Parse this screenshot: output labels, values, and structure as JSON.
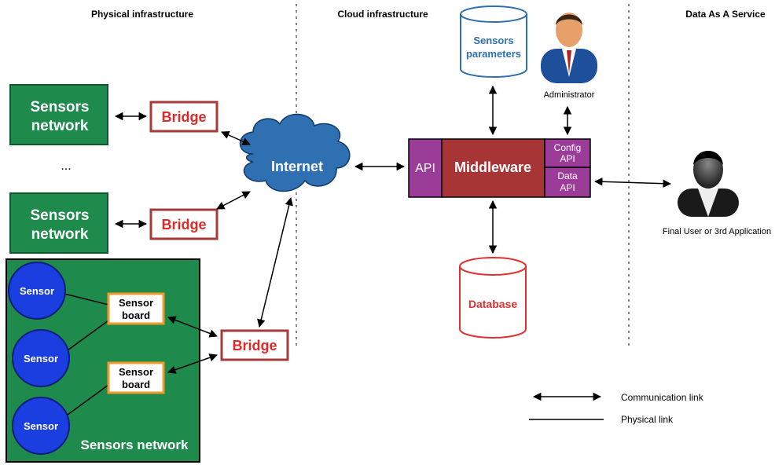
{
  "headers": {
    "physical": "Physical infrastructure",
    "cloud": "Cloud infrastructure",
    "daas": "Data As A Service"
  },
  "sensors_network_1": {
    "line1": "Sensors",
    "line2": "network"
  },
  "ellipsis": "...",
  "sensors_network_2": {
    "line1": "Sensors",
    "line2": "network"
  },
  "bridge_label": "Bridge",
  "internet_label": "Internet",
  "middleware": {
    "api": "API",
    "main": "Middleware",
    "config_api": {
      "line1": "Config",
      "line2": "API"
    },
    "data_api": {
      "line1": "Data",
      "line2": "API"
    }
  },
  "sensors_parameters": {
    "line1": "Sensors",
    "line2": "parameters"
  },
  "database_label": "Database",
  "administrator_label": "Administrator",
  "final_user_label": "Final User or 3rd Application",
  "detail_network": {
    "sensor_label": "Sensor",
    "board": {
      "line1": "Sensor",
      "line2": "board"
    },
    "title": "Sensors network"
  },
  "legend": {
    "communication": "Communication link",
    "physical": "Physical link"
  },
  "colors": {
    "green_box": "#1e8a4c",
    "green_border": "#0f5a2c",
    "bridge_border": "#a63a3a",
    "bridge_text": "#e02a2a",
    "cloud": "#2f70b3",
    "middleware": "#a73536",
    "api_purple": "#9b3d98",
    "sensor_blue": "#1a3ee0",
    "board_border": "#f39a2c",
    "db_red": "#e03030",
    "params_blue": "#2f70b3"
  }
}
